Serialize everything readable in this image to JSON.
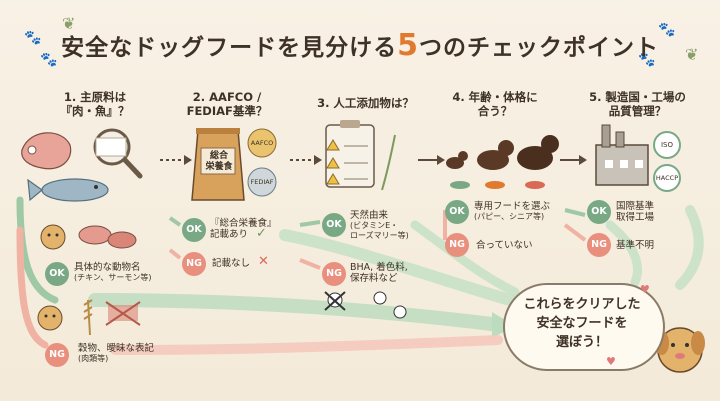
{
  "title": {
    "prefix": "安全なドッグフードを見分ける",
    "number": "5",
    "suffix": "つのチェックポイント"
  },
  "steps": [
    {
      "line1": "1. 主原料は",
      "line2": "『肉・魚』？"
    },
    {
      "line1": "2. AAFCO /",
      "line2": "FEDIAF基準？"
    },
    {
      "line1": "3. 人工添加物は？",
      "line2": ""
    },
    {
      "line1": "4. 年齢・体格に",
      "line2": "合う？"
    },
    {
      "line1": "5. 製造国・工場の",
      "line2": "品質管理？"
    }
  ],
  "badges": {
    "ok": "OK",
    "ng": "NG"
  },
  "step1": {
    "ok_line1": "具体的な動物名",
    "ok_line2": "(チキン、サーモン等)",
    "ng_line1": "穀物、曖昧な表記",
    "ng_line2": "(肉類等)"
  },
  "step2": {
    "bag_line1": "総合",
    "bag_line2": "栄養食",
    "seal1": "AAFCO",
    "seal2": "FEDIAF",
    "ok_line1": "『総合栄養食』",
    "ok_line2": "記載あり",
    "ok_mark": "✓",
    "ng_line1": "記載なし",
    "ng_mark": "✕"
  },
  "step3": {
    "ok_line1": "天然由来",
    "ok_line2": "(ビタミンE・",
    "ok_line3": "ローズマリー等)",
    "ng_line1": "BHA, 着色料,",
    "ng_line2": "保存料など"
  },
  "step4": {
    "ok_line1": "専用フードを選ぶ",
    "ok_line2": "(パピー、シニア等)",
    "ng_line1": "合っていない"
  },
  "step5": {
    "seal1": "ISO",
    "seal2": "HACCP",
    "ok_line1": "国際基準",
    "ok_line2": "取得工場",
    "ng_line1": "基準不明"
  },
  "conclusion": {
    "line1": "これらをクリアした",
    "line2": "安全なフードを",
    "line3": "選ぼう！"
  },
  "colors": {
    "ok_green": "#79a884",
    "ng_red": "#e88f7d",
    "accent_orange": "#e07a2e",
    "background": "#f6efe2"
  },
  "icons": [
    "paw-icon",
    "meat-icon",
    "fish-icon",
    "magnifier-icon",
    "food-bag-icon",
    "clipboard-icon",
    "dog-icon",
    "factory-icon",
    "skull-icon",
    "check-icon",
    "cross-icon",
    "heart-icon"
  ]
}
